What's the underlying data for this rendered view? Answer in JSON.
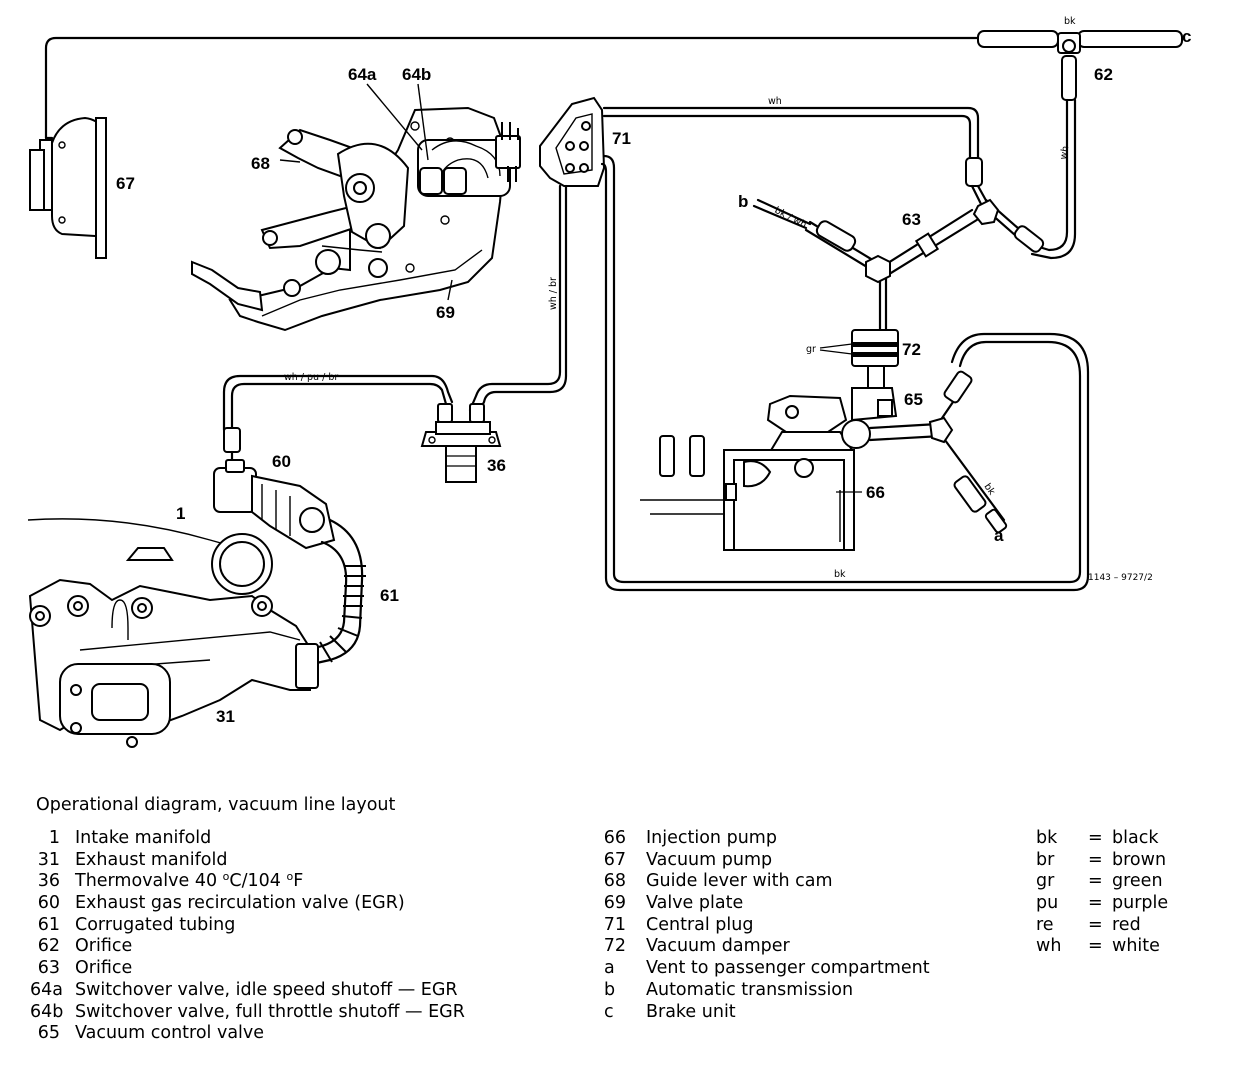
{
  "diagram": {
    "labels": {
      "l1": "1",
      "l31": "31",
      "l36": "36",
      "l60": "60",
      "l61": "61",
      "l62": "62",
      "l63": "63",
      "l64a": "64a",
      "l64b": "64b",
      "l65": "65",
      "l66": "66",
      "l67": "67",
      "l68": "68",
      "l69": "69",
      "l71": "71",
      "l72": "72",
      "la": "a",
      "lb": "b",
      "lc": "c"
    },
    "wires": {
      "bk_top": "bk",
      "wh_top": "wh",
      "wh_right": "wh",
      "bk_wh": "bk / wh",
      "wh_br": "wh / br",
      "wh_pu_br": "wh / pu / br",
      "gr": "gr",
      "bk_a": "bk",
      "bk_bottom": "bk"
    },
    "figure_code": "1143 – 9727/2"
  },
  "legend": {
    "caption": "Operational diagram, vacuum line layout",
    "col1": [
      {
        "num": "1",
        "desc": "Intake manifold"
      },
      {
        "num": "31",
        "desc": "Exhaust manifold"
      },
      {
        "num": "36",
        "desc_a": "Thermovalve 40 ",
        "sup1": "o",
        "desc_b": "C/104 ",
        "sup2": "o",
        "desc_c": "F"
      },
      {
        "num": "60",
        "desc": "Exhaust gas recirculation valve (EGR)"
      },
      {
        "num": "61",
        "desc": "Corrugated tubing"
      },
      {
        "num": "62",
        "desc": "Orifice"
      },
      {
        "num": "63",
        "desc": "Orifice"
      },
      {
        "num": "64a",
        "desc": "Switchover valve, idle speed shutoff — EGR"
      },
      {
        "num": "64b",
        "desc": "Switchover valve, full throttle shutoff — EGR"
      },
      {
        "num": "65",
        "desc": "Vacuum control valve"
      }
    ],
    "col2": [
      {
        "num": "66",
        "desc": "Injection pump"
      },
      {
        "num": "67",
        "desc": "Vacuum pump"
      },
      {
        "num": "68",
        "desc": "Guide lever with cam"
      },
      {
        "num": "69",
        "desc": "Valve plate"
      },
      {
        "num": "71",
        "desc": "Central plug"
      },
      {
        "num": "72",
        "desc": "Vacuum damper"
      },
      {
        "num": "a",
        "desc": "Vent to passenger compartment"
      },
      {
        "num": "b",
        "desc": "Automatic transmission"
      },
      {
        "num": "c",
        "desc": "Brake unit"
      }
    ],
    "col3": [
      {
        "abbr": "bk",
        "eq": "=",
        "name": "black"
      },
      {
        "abbr": "br",
        "eq": "=",
        "name": "brown"
      },
      {
        "abbr": "gr",
        "eq": "=",
        "name": "green"
      },
      {
        "abbr": "pu",
        "eq": "=",
        "name": "purple"
      },
      {
        "abbr": "re",
        "eq": "=",
        "name": "red"
      },
      {
        "abbr": "wh",
        "eq": "=",
        "name": "white"
      }
    ]
  }
}
